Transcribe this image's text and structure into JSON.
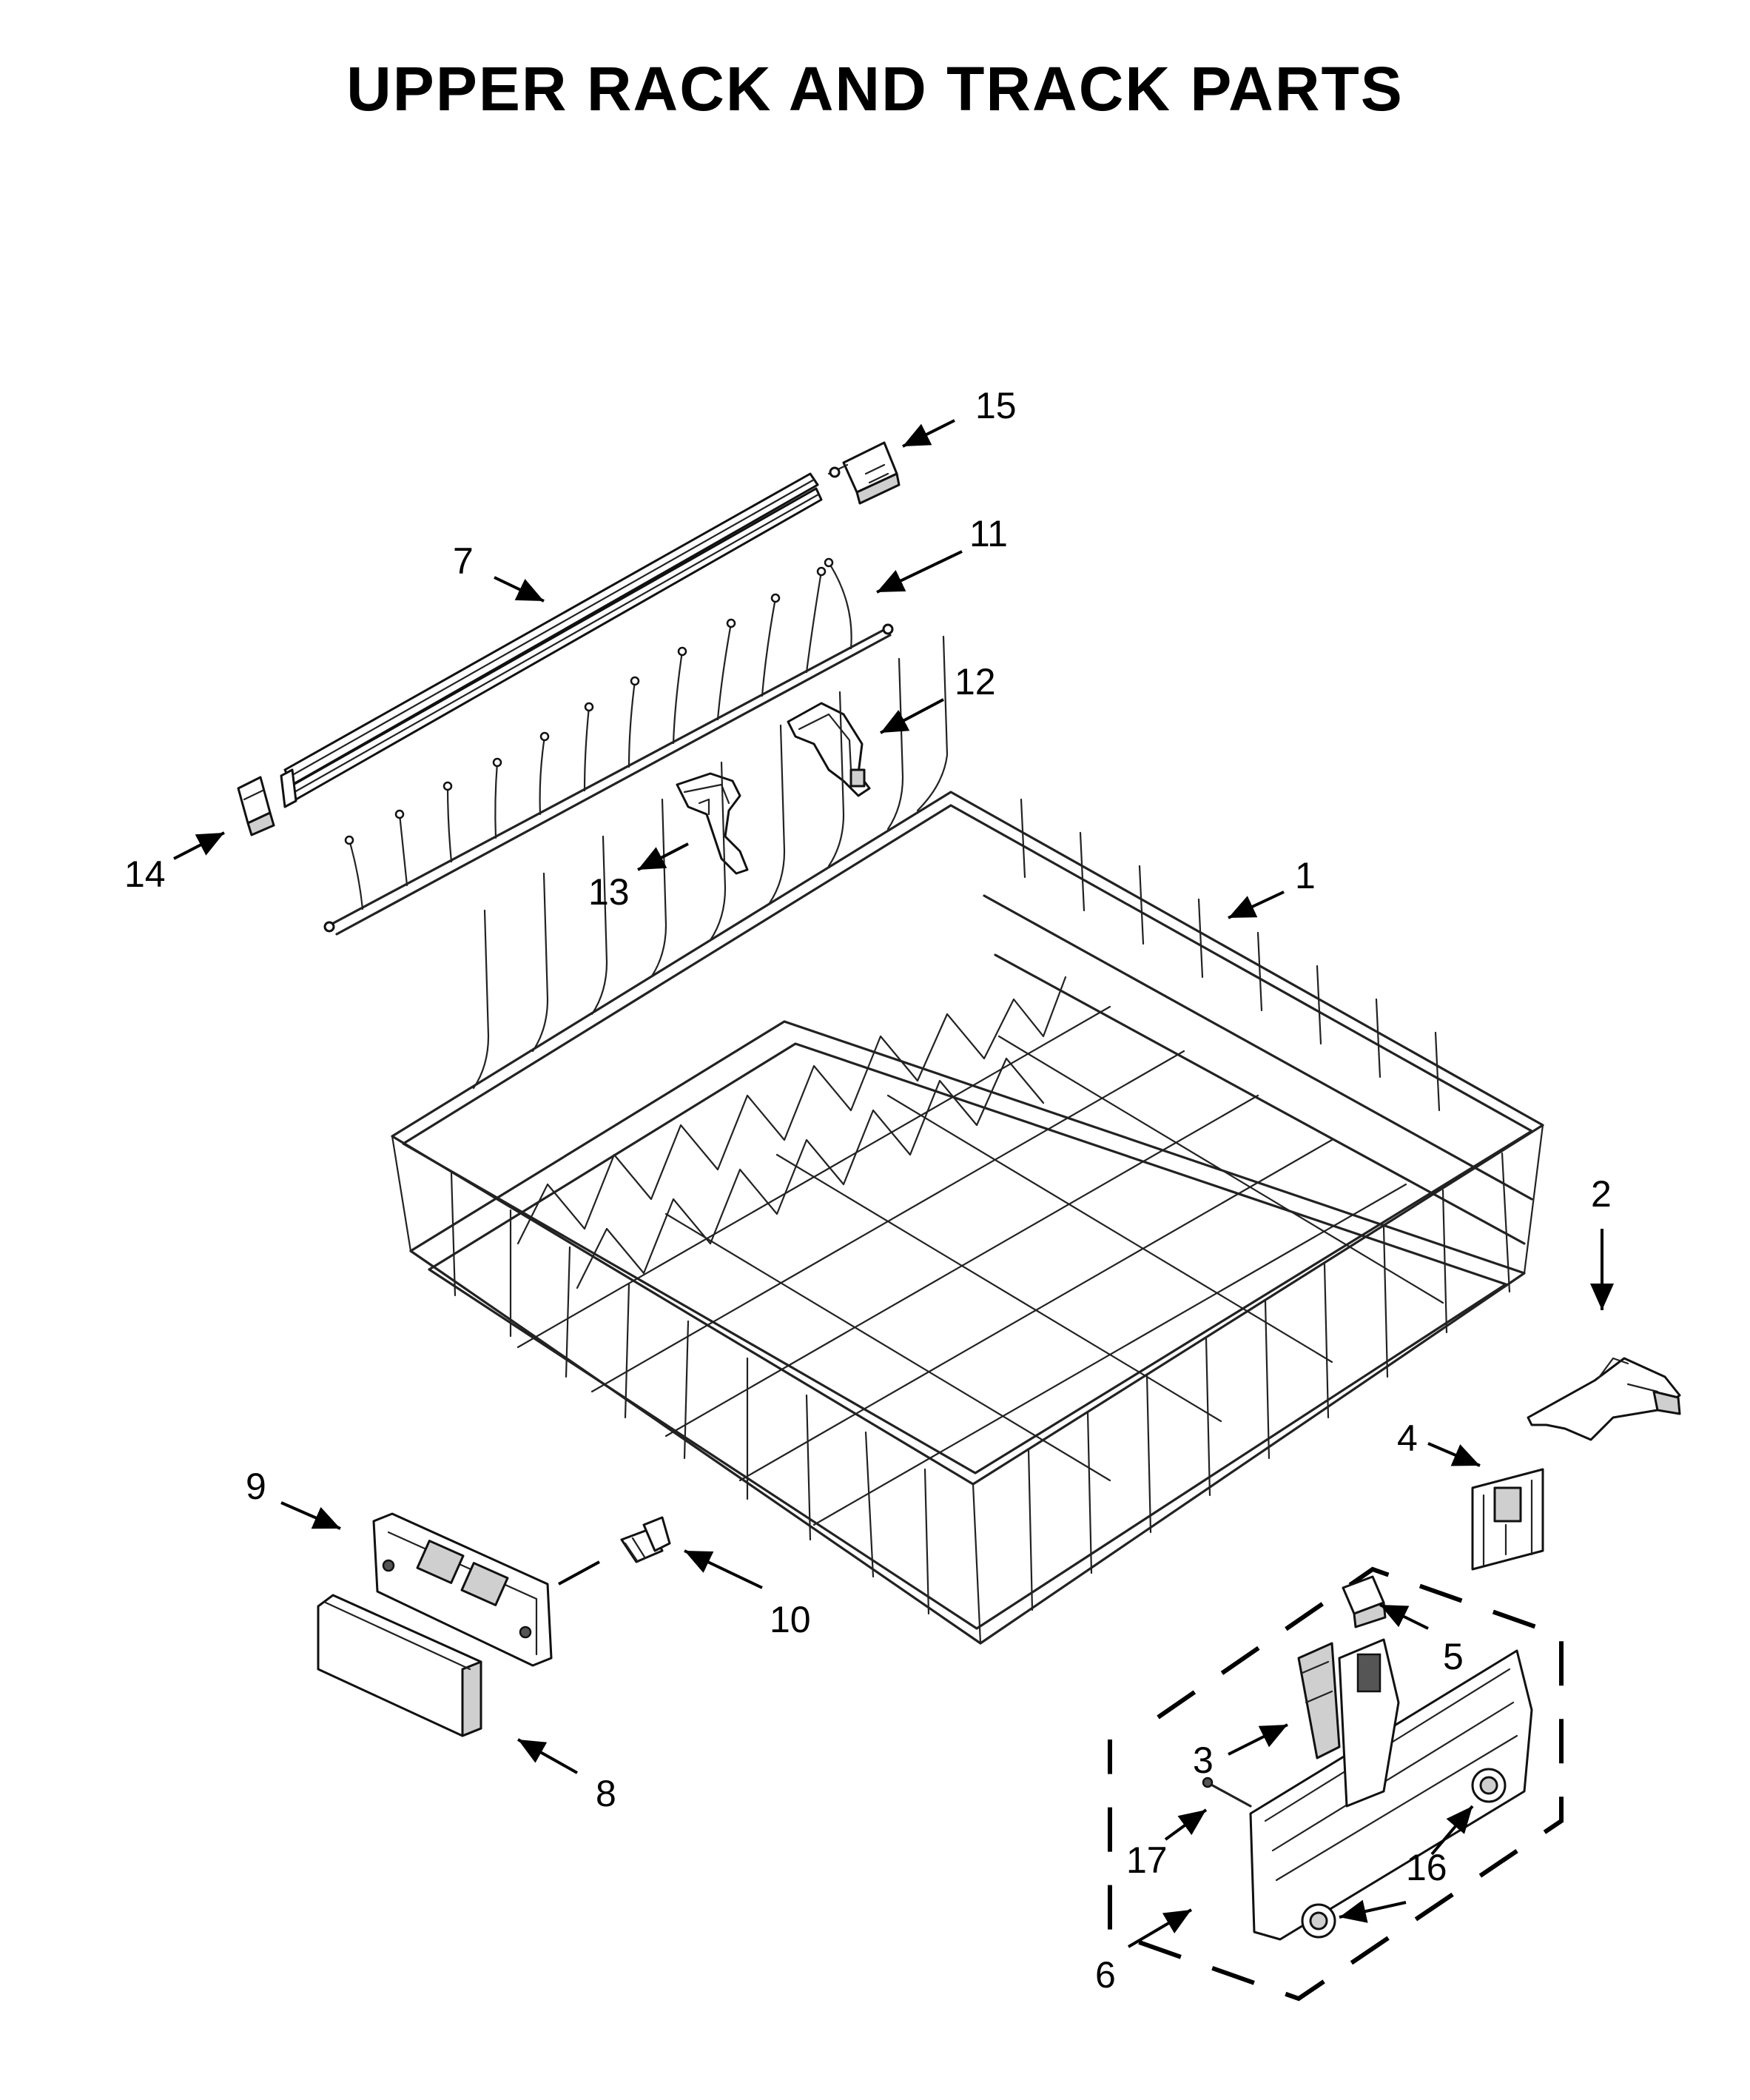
{
  "title": "UPPER RACK AND TRACK PARTS",
  "callouts": {
    "c1": "1",
    "c2": "2",
    "c3": "3",
    "c4": "4",
    "c5": "5",
    "c6": "6",
    "c7": "7",
    "c8": "8",
    "c9": "9",
    "c10": "10",
    "c11": "11",
    "c12": "12",
    "c13": "13",
    "c14": "14",
    "c15": "15",
    "c16": "16",
    "c17": "17"
  }
}
